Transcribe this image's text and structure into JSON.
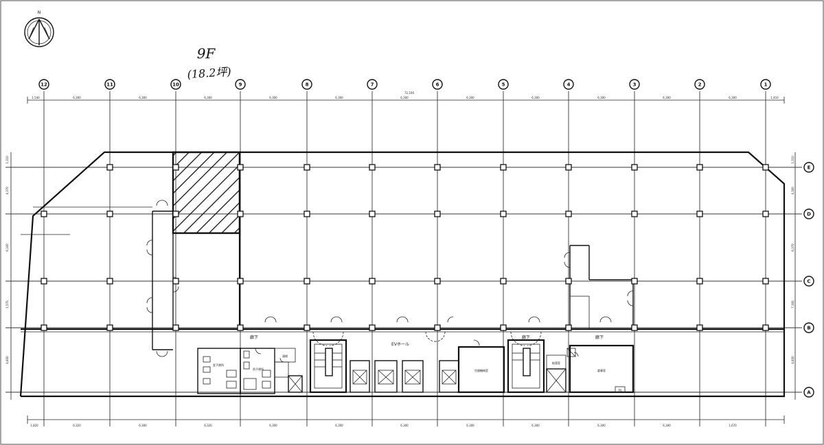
{
  "annotation": {
    "floor": "9F",
    "area": "(18.2坪)"
  },
  "north_mark": "N",
  "grid_columns": [
    "12",
    "11",
    "10",
    "9",
    "8",
    "7",
    "6",
    "5",
    "4",
    "3",
    "2",
    "1"
  ],
  "grid_rows": [
    "E",
    "D",
    "C",
    "B",
    "A"
  ],
  "overall_dimension": "72,100",
  "top_dimensions": [
    "1,540",
    "6,300",
    "6,300",
    "6,300",
    "6,300",
    "6,300",
    "6,300",
    "6,300",
    "6,300",
    "6,300",
    "6,300",
    "6,300",
    "1,410"
  ],
  "bottom_dimensions": [
    "1,820",
    "6,320",
    "6,300",
    "6,320",
    "6,300",
    "6,300",
    "6,300",
    "6,300",
    "6,300",
    "6,300",
    "6,300",
    "1,670"
  ],
  "left_dimensions": [
    "1,310",
    "4,370",
    "6,100",
    "1,570",
    "4,830"
  ],
  "right_dimensions": [
    "1,310",
    "4,300",
    "6,370",
    "7,300",
    "4,830"
  ],
  "rooms": {
    "corridor_left": "廊下",
    "elevator_hall": "EVホール",
    "corridor_mid": "廊下",
    "corridor_right": "廊下",
    "womens_toilet": "女子便所",
    "mens_toilet": "男子便所",
    "janitor": "清掃",
    "machine_room": "空調機械室",
    "water_room": "給湯室",
    "storage": "倉庫室",
    "ps": "PS"
  }
}
